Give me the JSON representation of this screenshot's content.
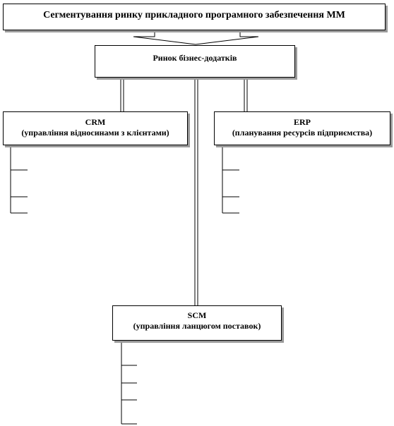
{
  "diagram": {
    "top_title": "Сегментування ринку прикладного  програмного  забезпечення ММ",
    "market": "Ринок бізнес-додатків",
    "crm": {
      "title": "CRM",
      "subtitle": "(управління  відносинами  з клієнтами)"
    },
    "erp": {
      "title": "ERP",
      "subtitle": "(планування ресурсів підприємства)"
    },
    "scm": {
      "title": "SCM",
      "subtitle": "(управління  ланцюгом поставок)"
    }
  }
}
